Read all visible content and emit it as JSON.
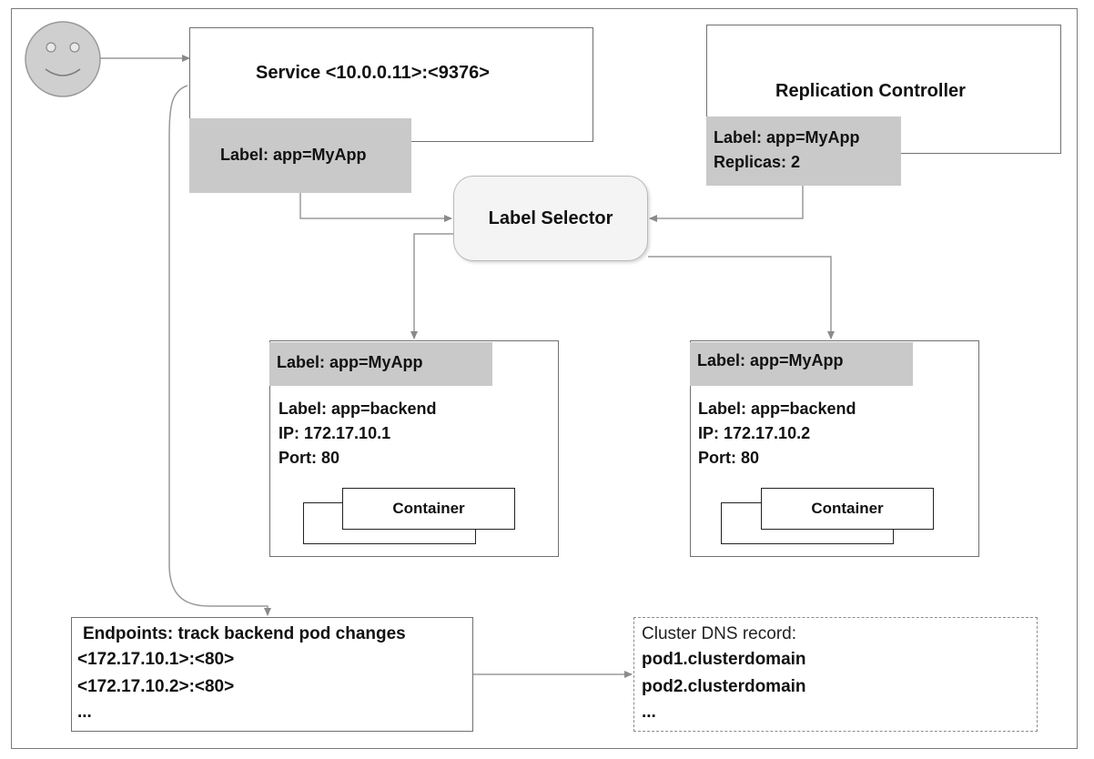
{
  "service": {
    "title": "Service <10.0.0.11>:<9376>",
    "label": "Label: app=MyApp"
  },
  "replication_controller": {
    "title": "Replication Controller",
    "label": "Label: app=MyApp",
    "replicas": "Replicas: 2"
  },
  "label_selector": "Label Selector",
  "pods": [
    {
      "selector_label": "Label: app=MyApp",
      "label": "Label: app=backend",
      "ip": "IP: 172.17.10.1",
      "port": "Port: 80",
      "container": "Container"
    },
    {
      "selector_label": "Label: app=MyApp",
      "label": "Label: app=backend",
      "ip": "IP: 172.17.10.2",
      "port": "Port: 80",
      "container": "Container"
    }
  ],
  "endpoints": {
    "title": "Endpoints: track backend pod changes",
    "lines": [
      "<172.17.10.1>:<80>",
      "<172.17.10.2>:<80>",
      "..."
    ]
  },
  "dns": {
    "title": "Cluster DNS record:",
    "lines": [
      "pod1.clusterdomain",
      "pod2.clusterdomain",
      "..."
    ]
  },
  "colors": {
    "label_fill": "#c9c9c9",
    "border": "#707070",
    "arrow": "#8a8a8a",
    "smiley_face": "#cfcfcf"
  },
  "icons": [
    "smiley-face-icon"
  ]
}
